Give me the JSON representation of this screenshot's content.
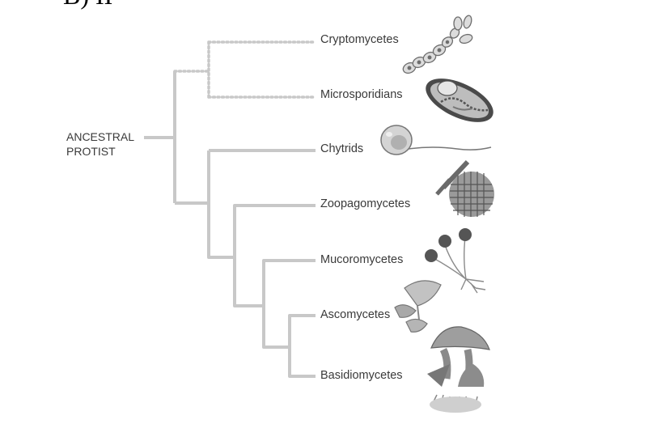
{
  "partial_heading": "B) II",
  "root_label_line1": "ANCESTRAL",
  "root_label_line2": "PROTIST",
  "taxa": [
    {
      "name": "Cryptomycetes",
      "uncertain": true
    },
    {
      "name": "Microsporidians",
      "uncertain": true
    },
    {
      "name": "Chytrids",
      "uncertain": false
    },
    {
      "name": "Zoopagomycetes",
      "uncertain": false
    },
    {
      "name": "Mucoromycetes",
      "uncertain": false
    },
    {
      "name": "Ascomycetes",
      "uncertain": false
    },
    {
      "name": "Basidiomycetes",
      "uncertain": false
    }
  ],
  "colors": {
    "branch": "#c8c8c8",
    "dotted_branch": "#c8c8c8",
    "label_text": "#3a3a3a",
    "illustration": "#8a8a8a"
  },
  "icons": [
    "cryptomycete-cells-icon",
    "microsporidian-cell-icon",
    "chytrid-zoospore-icon",
    "zoopagomycete-hyphae-icon",
    "mucoromycete-sporangia-icon",
    "ascomycete-cup-fungi-icon",
    "basidiomycete-mushroom-icon"
  ]
}
